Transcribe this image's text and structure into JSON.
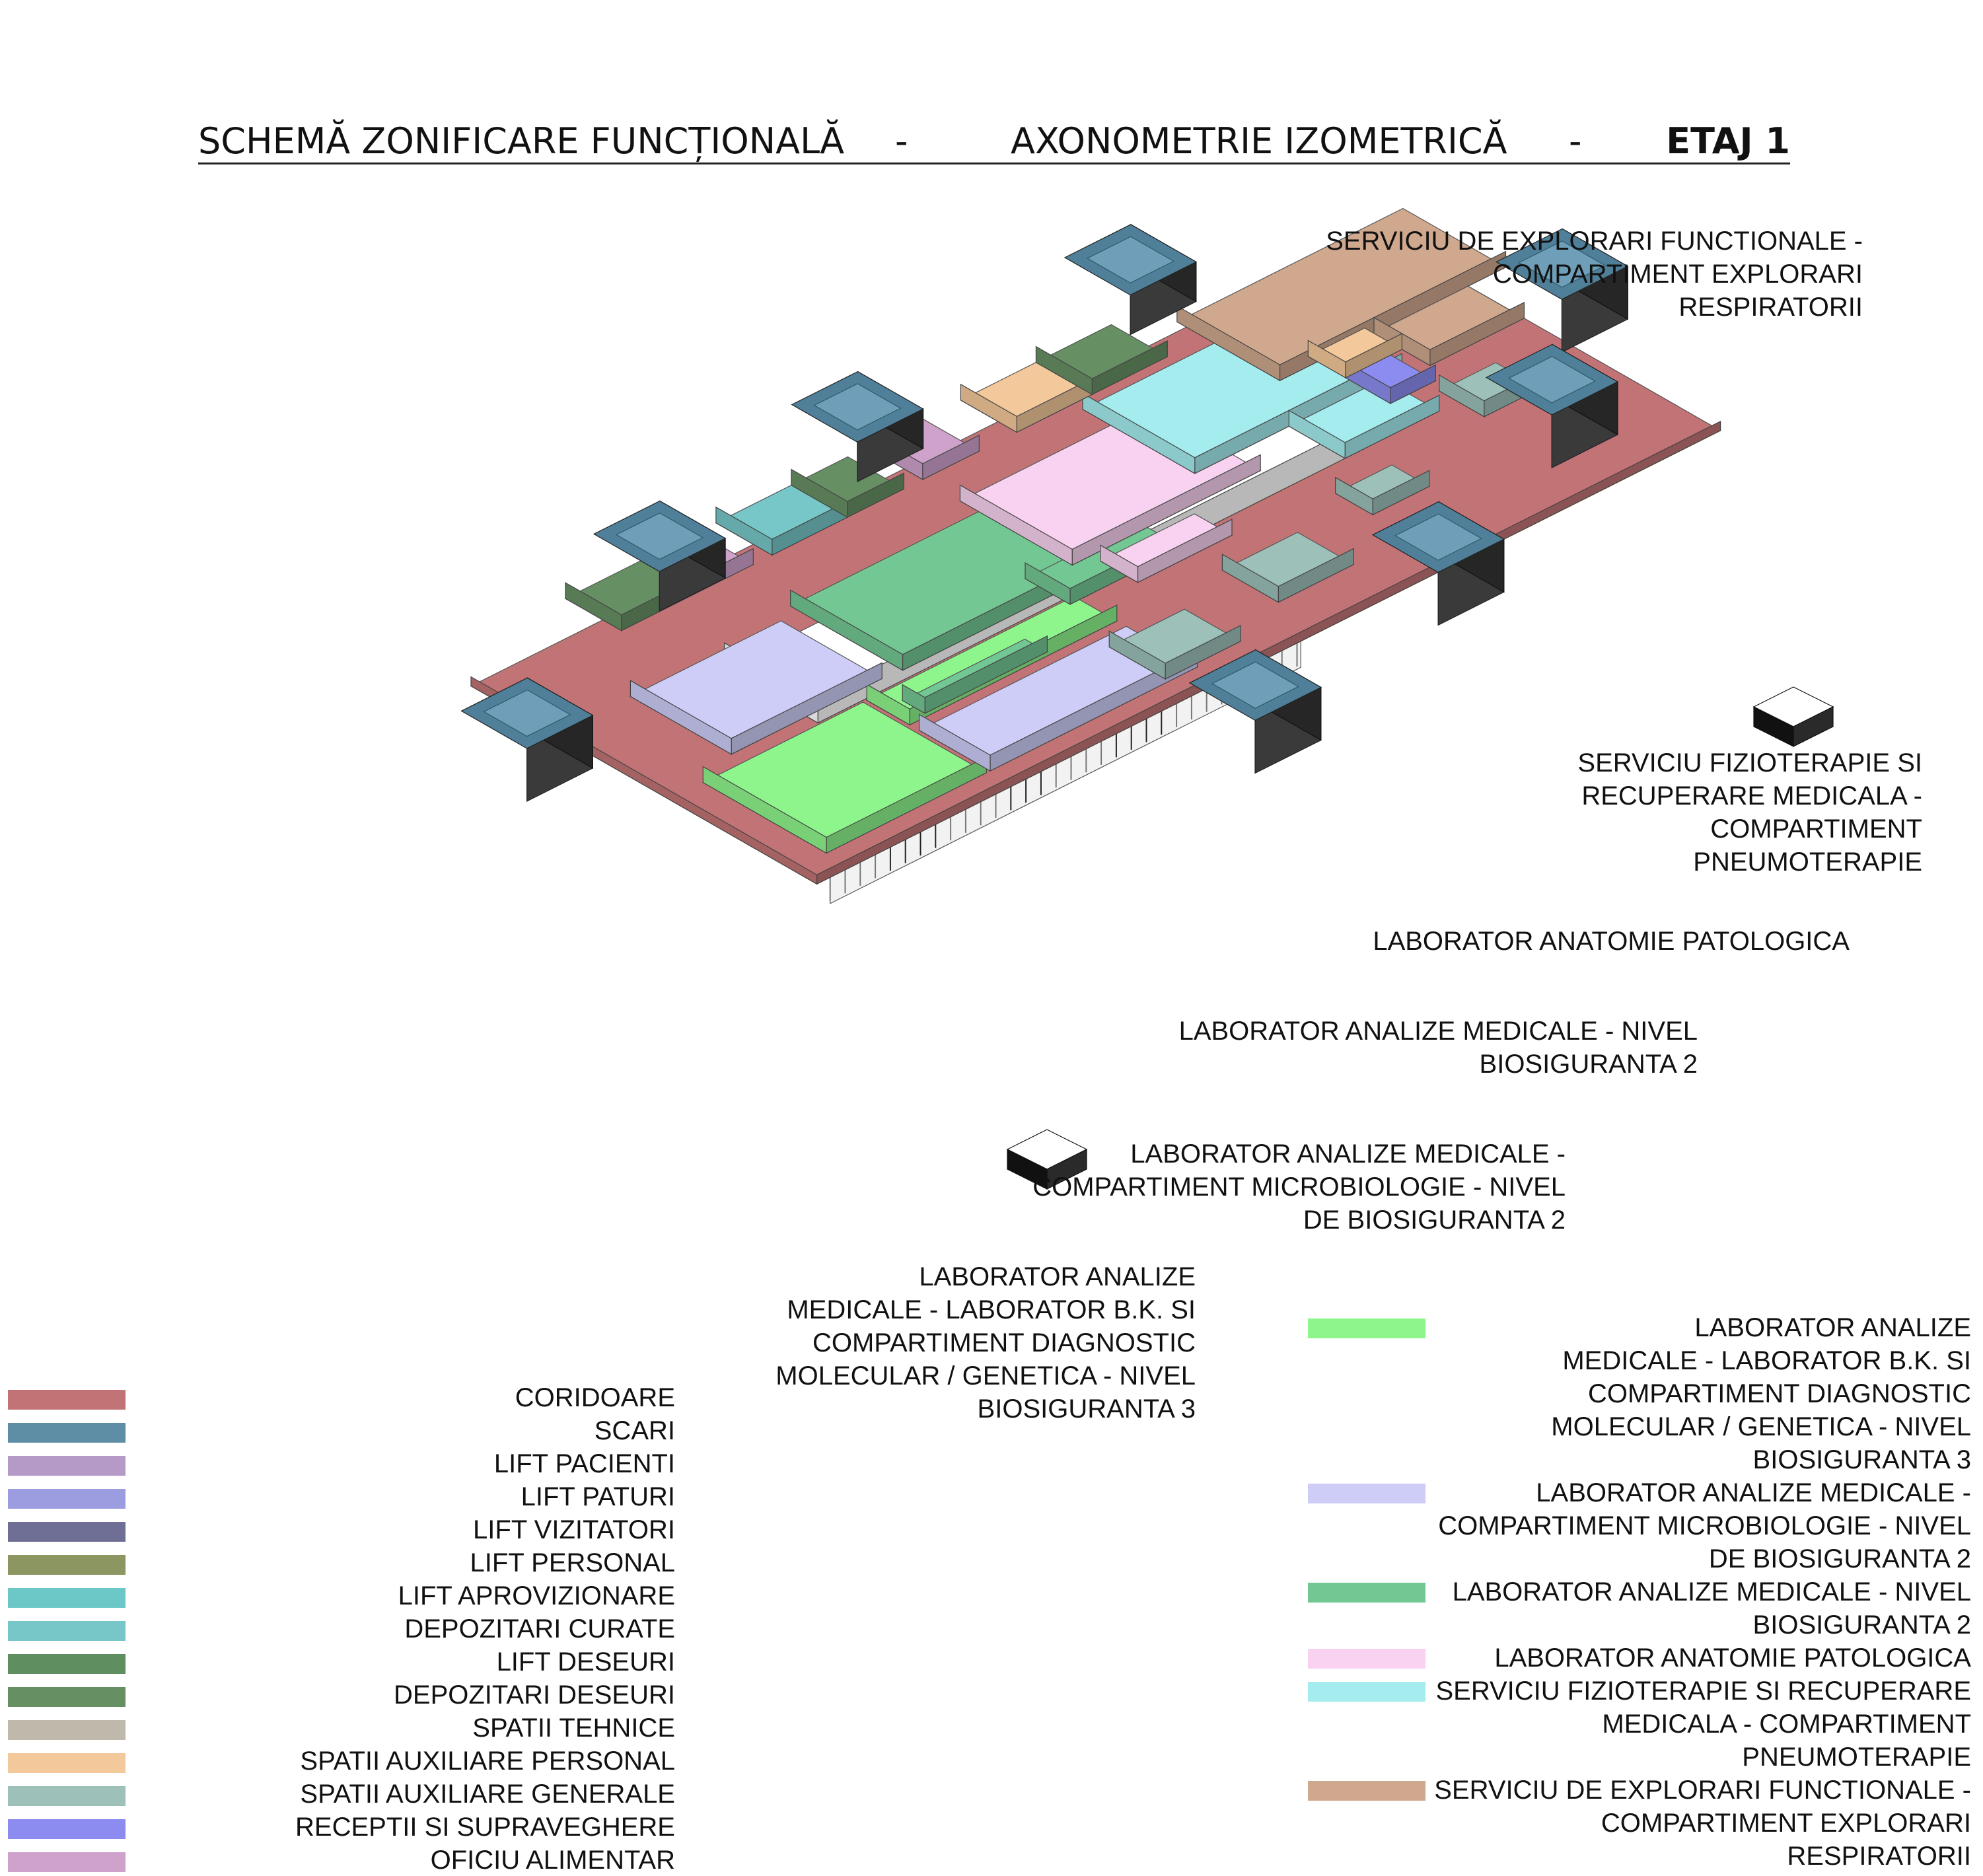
{
  "header": {
    "title_left": "SCHEMĂ ZONIFICARE FUNCȚIONALĂ",
    "sep1": "-",
    "title_mid": "AXONOMETRIE IZOMETRICĂ",
    "sep2": "-",
    "title_right": "ETAJ 1"
  },
  "annotations": {
    "explorari": "SERVICIU DE EXPLORARI FUNCTIONALE -\nCOMPARTIMENT EXPLORARI\nRESPIRATORII",
    "fizioterapie": "SERVICIU FIZIOTERAPIE SI\nRECUPERARE MEDICALA -\nCOMPARTIMENT\nPNEUMOTERAPIE",
    "anatomie": "LABORATOR ANATOMIE PATOLOGICA",
    "analize_bio2": "LABORATOR ANALIZE MEDICALE - NIVEL\nBIOSIGURANTA 2",
    "microbiologie": "LABORATOR ANALIZE MEDICALE -\nCOMPARTIMENT MICROBIOLOGIE - NIVEL\nDE BIOSIGURANTA 2",
    "bk": "LABORATOR ANALIZE\nMEDICALE - LABORATOR B.K. SI\nCOMPARTIMENT DIAGNOSTIC\nMOLECULAR / GENETICA - NIVEL\nBIOSIGURANTA 3"
  },
  "legend_left": [
    {
      "label": "CORIDOARE",
      "color": "#c27375"
    },
    {
      "label": "SCARI",
      "color": "#5e8da6"
    },
    {
      "label": "LIFT PACIENTI",
      "color": "#b59ac8"
    },
    {
      "label": "LIFT PATURI",
      "color": "#9c9ce0"
    },
    {
      "label": "LIFT VIZITATORI",
      "color": "#6f6f96"
    },
    {
      "label": "LIFT PERSONAL",
      "color": "#8c9660"
    },
    {
      "label": "LIFT APROVIZIONARE",
      "color": "#6cc8c6"
    },
    {
      "label": "DEPOZITARI CURATE",
      "color": "#78c7c8"
    },
    {
      "label": "LIFT DESEURI",
      "color": "#5f8f60"
    },
    {
      "label": "DEPOZITARI DESEURI",
      "color": "#678f64"
    },
    {
      "label": "SPATII TEHNICE",
      "color": "#beb9ab"
    },
    {
      "label": "SPATII AUXILIARE PERSONAL",
      "color": "#f3c89a"
    },
    {
      "label": "SPATII AUXILIARE GENERALE",
      "color": "#9dc0b9"
    },
    {
      "label": "RECEPTII SI SUPRAVEGHERE",
      "color": "#8c8cf0"
    },
    {
      "label": "OFICIU ALIMENTAR",
      "color": "#cfa2cc"
    }
  ],
  "legend_right": [
    {
      "label": "LABORATOR ANALIZE\nMEDICALE - LABORATOR B.K. SI\nCOMPARTIMENT DIAGNOSTIC\nMOLECULAR / GENETICA - NIVEL\nBIOSIGURANTA 3",
      "color": "#8ef58c"
    },
    {
      "label": "LABORATOR ANALIZE MEDICALE -\nCOMPARTIMENT MICROBIOLOGIE - NIVEL\nDE BIOSIGURANTA 2",
      "color": "#cdcdf8"
    },
    {
      "label": "LABORATOR ANALIZE MEDICALE - NIVEL\nBIOSIGURANTA 2",
      "color": "#73c793"
    },
    {
      "label": "LABORATOR ANATOMIE PATOLOGICA",
      "color": "#f8d2f0"
    },
    {
      "label": "SERVICIU FIZIOTERAPIE SI RECUPERARE\nMEDICALA - COMPARTIMENT\nPNEUMOTERAPIE",
      "color": "#a5ecef"
    },
    {
      "label": "SERVICIU DE EXPLORARI FUNCTIONALE -\nCOMPARTIMENT EXPLORARI\nRESPIRATORII",
      "color": "#cfa88e"
    }
  ]
}
